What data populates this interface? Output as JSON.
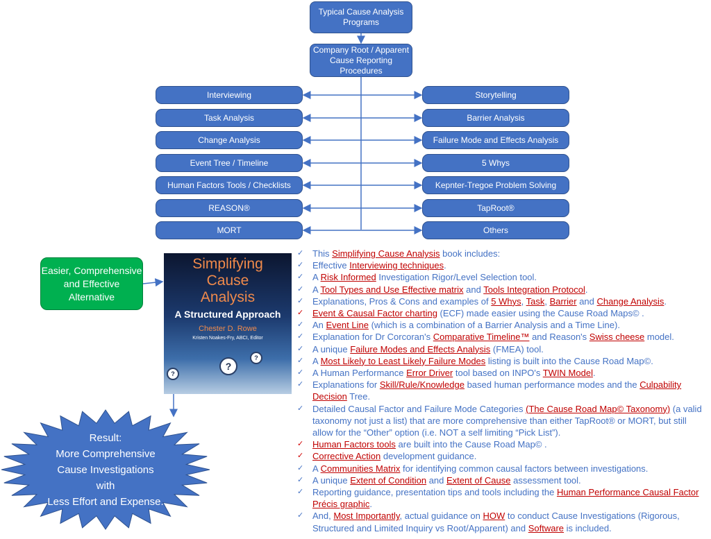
{
  "top_boxes": [
    "Typical Cause Analysis Programs",
    "Company Root / Apparent Cause Reporting Procedures"
  ],
  "left_tools": [
    "Interviewing",
    "Task Analysis",
    "Change Analysis",
    "Event Tree / Timeline",
    "Human Factors Tools / Checklists",
    "REASON®",
    "MORT"
  ],
  "right_tools": [
    "Storytelling",
    "Barrier Analysis",
    "Failure Mode and Effects Analysis",
    "5 Whys",
    "Kepnter-Tregoe Problem Solving",
    "TapRoot®",
    "Others"
  ],
  "alternative": "Easier, Comprehensive and Effective Alternative",
  "book": {
    "title": "Simplifying Cause Analysis",
    "subtitle": "A Structured Approach",
    "author": "Chester D. Rowe",
    "editor": "Kristen Noakes-Fry, ABCI, Editor"
  },
  "result": [
    "Result:",
    "More Comprehensive",
    "Cause Investigations",
    "with",
    "Less Effort and Expense."
  ],
  "colors": {
    "box": "#4472c4",
    "green": "#00b050",
    "highlight": "#c00000",
    "text": "#4472c4"
  },
  "features": [
    {
      "red": false,
      "segments": [
        {
          "t": "This "
        },
        {
          "t": "Simplifying Cause Analysis",
          "h": true
        },
        {
          "t": " book includes:"
        }
      ]
    },
    {
      "red": false,
      "segments": [
        {
          "t": "Effective "
        },
        {
          "t": "Interviewing techniques",
          "h": true
        },
        {
          "t": "."
        }
      ]
    },
    {
      "red": false,
      "segments": [
        {
          "t": "A "
        },
        {
          "t": "Risk Informed",
          "h": true
        },
        {
          "t": " Investigation Rigor/Level Selection tool."
        }
      ]
    },
    {
      "red": false,
      "segments": [
        {
          "t": "A "
        },
        {
          "t": "Tool Types and Use Effective matrix",
          "h": true
        },
        {
          "t": " and "
        },
        {
          "t": "Tools Integration Protocol",
          "h": true
        },
        {
          "t": "."
        }
      ]
    },
    {
      "red": false,
      "segments": [
        {
          "t": "Explanations, Pros & Cons and examples of "
        },
        {
          "t": "5 Whys",
          "h": true
        },
        {
          "t": ", "
        },
        {
          "t": "Task",
          "h": true
        },
        {
          "t": ", "
        },
        {
          "t": "Barrier",
          "h": true
        },
        {
          "t": " and "
        },
        {
          "t": "Change Analysis",
          "h": true
        },
        {
          "t": "."
        }
      ]
    },
    {
      "red": true,
      "segments": [
        {
          "t": "Event & Causal Factor charting",
          "h": true
        },
        {
          "t": " (ECF) made easier using the Cause Road Maps© ."
        }
      ]
    },
    {
      "red": false,
      "segments": [
        {
          "t": "An "
        },
        {
          "t": "Event Line",
          "h": true
        },
        {
          "t": " (which is a combination of a Barrier Analysis and a Time Line)."
        }
      ]
    },
    {
      "red": false,
      "segments": [
        {
          "t": "Explanation for Dr Corcoran's "
        },
        {
          "t": "Comparative Timeline™",
          "h": true
        },
        {
          "t": " and Reason's "
        },
        {
          "t": "Swiss cheese",
          "h": true
        },
        {
          "t": " model."
        }
      ]
    },
    {
      "red": false,
      "segments": [
        {
          "t": "A unique "
        },
        {
          "t": "Failure Modes and Effects Analysis",
          "h": true
        },
        {
          "t": " (FMEA) tool."
        }
      ]
    },
    {
      "red": false,
      "segments": [
        {
          "t": "A "
        },
        {
          "t": "Most Likely to Least Likely Failure Modes",
          "h": true
        },
        {
          "t": " listing is built into the Cause Road Map©."
        }
      ]
    },
    {
      "red": false,
      "segments": [
        {
          "t": "A Human Performance "
        },
        {
          "t": "Error Driver",
          "h": true
        },
        {
          "t": " tool based on INPO's "
        },
        {
          "t": "TWIN Model",
          "h": true
        },
        {
          "t": "."
        }
      ]
    },
    {
      "red": false,
      "segments": [
        {
          "t": "Explanations for "
        },
        {
          "t": "Skill/Rule/Knowledge",
          "h": true
        },
        {
          "t": " based human performance modes and the "
        },
        {
          "t": "Culpability Decision",
          "h": true
        },
        {
          "t": " Tree."
        }
      ]
    },
    {
      "red": false,
      "segments": [
        {
          "t": "Detailed Causal Factor and Failure Mode Categories "
        },
        {
          "t": "(The Cause Road Map© Taxonomy)",
          "h": true
        },
        {
          "t": " (a valid taxonomy not just a list) that are more comprehensive than either TapRoot® or MORT, but still allow for the “Other” option (i.e. NOT a self limiting “Pick List”)."
        }
      ]
    },
    {
      "red": true,
      "segments": [
        {
          "t": "Human Factors tools",
          "h": true
        },
        {
          "t": " are built into the Cause Road Map© ."
        }
      ]
    },
    {
      "red": true,
      "segments": [
        {
          "t": "Corrective Action",
          "h": true
        },
        {
          "t": " development guidance."
        }
      ]
    },
    {
      "red": false,
      "segments": [
        {
          "t": "A "
        },
        {
          "t": "Communities Matrix",
          "h": true
        },
        {
          "t": " for identifying common causal factors between investigations."
        }
      ]
    },
    {
      "red": false,
      "segments": [
        {
          "t": "A unique "
        },
        {
          "t": "Extent of Condition",
          "h": true
        },
        {
          "t": " and "
        },
        {
          "t": "Extent of Cause",
          "h": true
        },
        {
          "t": " assessment tool."
        }
      ]
    },
    {
      "red": false,
      "segments": [
        {
          "t": "Reporting guidance, presentation tips and tools including the "
        },
        {
          "t": "Human Performance Causal Factor Précis graphic",
          "h": true
        },
        {
          "t": "."
        }
      ]
    },
    {
      "red": false,
      "segments": [
        {
          "t": "And, "
        },
        {
          "t": "Most Importantly",
          "h": true
        },
        {
          "t": ", actual guidance on "
        },
        {
          "t": "HOW",
          "h": true
        },
        {
          "t": " to conduct Cause Investigations (Rigorous, Structured and Limited Inquiry vs Root/Apparent) and "
        },
        {
          "t": "Software",
          "h": true
        },
        {
          "t": " is included."
        }
      ]
    }
  ]
}
